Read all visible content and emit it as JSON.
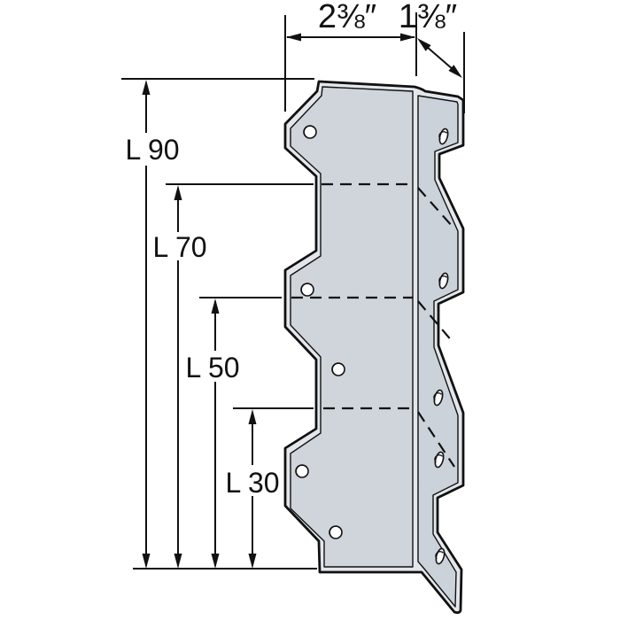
{
  "diagram": {
    "top_dimensions": {
      "width": "2⅜″",
      "depth": "1⅜″"
    },
    "length_labels": [
      {
        "label": "L 90"
      },
      {
        "label": "L 70"
      },
      {
        "label": "L 50"
      },
      {
        "label": "L 30"
      }
    ],
    "part": {
      "face_color": "#cfd5db",
      "flange_color": "#cbd2d9",
      "edge_color": "#e3e7eb",
      "line_color": "#111111",
      "round_holes_count": 5,
      "slot_holes_count": 5
    },
    "background": "#ffffff"
  }
}
